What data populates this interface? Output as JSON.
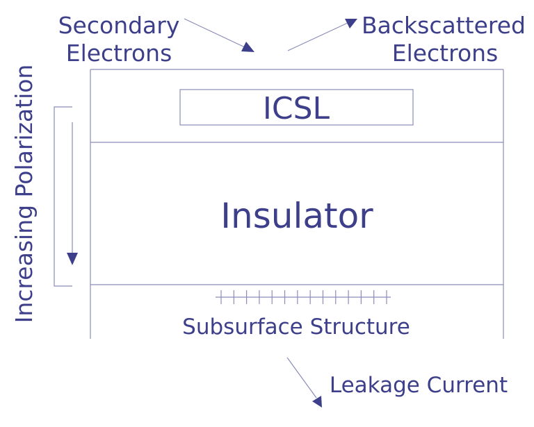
{
  "labels": {
    "secondary_line1": "Secondary",
    "secondary_line2": "Electrons",
    "backscattered_line1": "Backscattered",
    "backscattered_line2": "Electrons",
    "icsl": "ICSL",
    "insulator": "Insulator",
    "subsurface": "Subsurface Structure",
    "leakage": "Leakage Current",
    "polarization": "Increasing Polarization"
  },
  "colors": {
    "text": "#3d3f8a",
    "lines": "#8a8cb8",
    "arrowheads": "#3d3f8a"
  }
}
